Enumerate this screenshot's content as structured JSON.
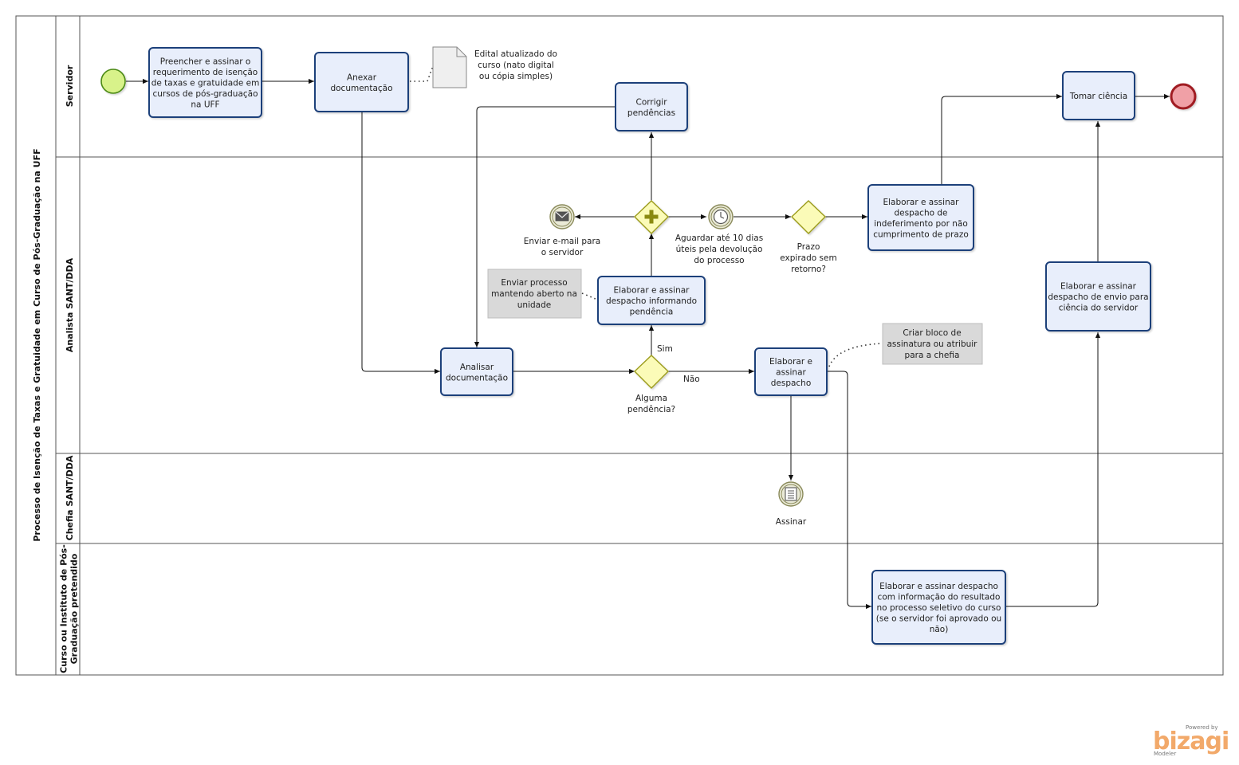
{
  "pool": {
    "title": "Processo de  Isenção de Taxas e Gratuidade em Curso de Pós-Graduação na UFF"
  },
  "lanes": [
    {
      "id": "servidor",
      "lines": [
        "Servidor"
      ]
    },
    {
      "id": "analista",
      "lines": [
        "Analista SANT/DDA"
      ]
    },
    {
      "id": "chefia",
      "lines": [
        "Chefia SANT/DDA"
      ]
    },
    {
      "id": "curso",
      "lines": [
        "Curso ou Instituto de Pós-",
        "Graduação pretendido"
      ]
    }
  ],
  "tasks": [
    {
      "id": "preencher",
      "lines": [
        "Preencher e assinar o",
        "requerimento de isenção",
        "de taxas e gratuidade em",
        "cursos de pós-graduação",
        "na UFF"
      ]
    },
    {
      "id": "anexar",
      "lines": [
        "Anexar",
        "documentação"
      ]
    },
    {
      "id": "corrigir",
      "lines": [
        "Corrigir",
        "pendências"
      ]
    },
    {
      "id": "tomar",
      "lines": [
        "Tomar ciência"
      ]
    },
    {
      "id": "analisar",
      "lines": [
        "Analisar",
        "documentação"
      ]
    },
    {
      "id": "elab_pend",
      "lines": [
        "Elaborar e assinar",
        "despacho informando",
        "pendência"
      ]
    },
    {
      "id": "elab_desp",
      "lines": [
        "Elaborar e",
        "assinar",
        "despacho"
      ]
    },
    {
      "id": "elab_indef",
      "lines": [
        "Elaborar e assinar",
        "despacho de",
        "indeferimento por não",
        "cumprimento de prazo"
      ]
    },
    {
      "id": "elab_envio",
      "lines": [
        "Elaborar e assinar",
        "despacho de envio para",
        "ciência do servidor"
      ]
    },
    {
      "id": "elab_result",
      "lines": [
        "Elaborar e assinar despacho",
        "com informação do resultado",
        "no processo seletivo do curso",
        "(se o servidor foi aprovado ou",
        "não)"
      ]
    }
  ],
  "events": [
    {
      "id": "email",
      "lines": [
        "Enviar e-mail para",
        "o servidor"
      ]
    },
    {
      "id": "timer",
      "lines": [
        "Aguardar até 10 dias",
        "úteis pela devolução",
        "do processo"
      ]
    },
    {
      "id": "assinar",
      "lines": [
        "Assinar"
      ]
    }
  ],
  "gateways": [
    {
      "id": "prazo",
      "lines": [
        "Prazo",
        "expirado sem",
        "retorno?"
      ]
    },
    {
      "id": "pendencia",
      "lines": [
        "Alguma",
        "pendência?"
      ]
    }
  ],
  "flow_labels": {
    "sim": "Sim",
    "nao": "Não"
  },
  "artifacts": {
    "document": {
      "lines": [
        "Edital atualizado do",
        "curso (nato digital",
        "ou cópia simples)"
      ]
    },
    "note_enviar": {
      "lines": [
        "Enviar processo",
        "mantendo aberto na",
        "unidade"
      ]
    },
    "note_criar": {
      "lines": [
        "Criar bloco de",
        "assinatura ou atribuir",
        "para a chefia"
      ]
    }
  },
  "logo": {
    "powered": "Powered by",
    "brand": "bizagi",
    "product": "Modeler"
  },
  "colors": {
    "task_fill": "#e8eefb",
    "task_stroke": "#1f3f7a",
    "start_fill": "#d8f28a",
    "start_stroke": "#4c8a12",
    "end_fill": "#f0a0a6",
    "end_stroke": "#a01b22",
    "gateway_fill": "#fbfbb8",
    "gateway_stroke": "#9c9c1c",
    "note_fill": "#d9d9d9",
    "logo": "#f2a96a"
  }
}
